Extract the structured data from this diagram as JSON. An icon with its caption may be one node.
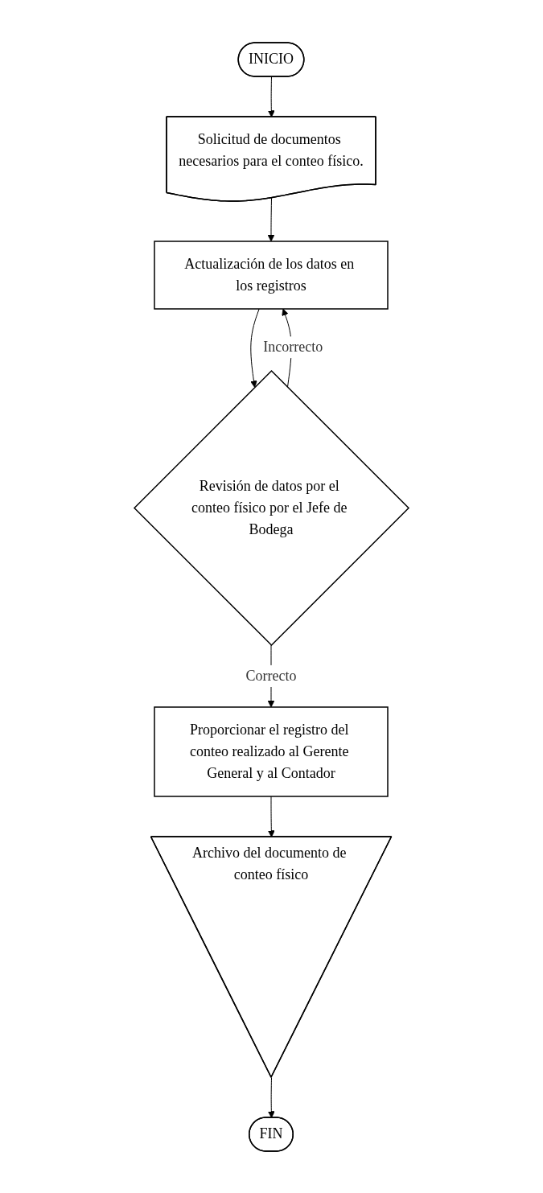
{
  "diagram": {
    "nodes": [
      {
        "text": [
          "INICIO"
        ]
      },
      {
        "text": [
          "Solicitud de documentos necesarios para el conteo físico."
        ]
      },
      {
        "text": [
          "Actualización de los datos en los registros"
        ]
      },
      {
        "text": [
          "Revisión de datos por el conteo físico por el Jefe de Bodega"
        ]
      },
      {
        "text": [
          "Proporcionar el registro del conteo realizado al Gerente General y al Contador"
        ]
      },
      {
        "text": [
          "Archivo del documento de conteo físico"
        ]
      },
      {
        "text": [
          "FIN"
        ]
      }
    ],
    "edges": [
      {
        "from": 0,
        "to": 1,
        "arrow": "to"
      },
      {
        "from": 1,
        "to": 2,
        "arrow": "to"
      },
      {
        "from": 2,
        "to": 3,
        "arrow": "to"
      },
      {
        "from": 3,
        "to": 4,
        "arrow": "to",
        "label": "Correcto"
      },
      {
        "from": 4,
        "to": 5,
        "arrow": "to"
      },
      {
        "from": 5,
        "to": 6,
        "arrow": "to"
      },
      {
        "from": 3,
        "to": 2,
        "arrow": "to",
        "label": "Incorrecto"
      }
    ]
  }
}
